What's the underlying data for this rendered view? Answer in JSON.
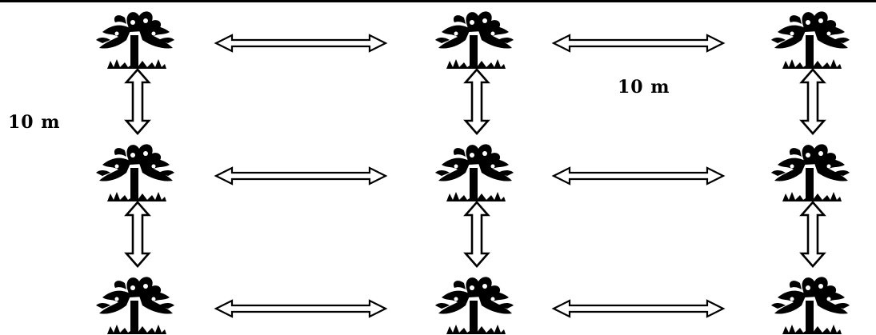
{
  "diagram": {
    "grid": {
      "rows": 3,
      "columns": 3
    },
    "spacing_labels": {
      "vertical": "10 m",
      "horizontal": "10 m"
    },
    "plant_icon": "plant-icon",
    "arrow_icon": "double-arrow-icon",
    "colors": {
      "ink": "#000000",
      "background": "#ffffff"
    }
  }
}
